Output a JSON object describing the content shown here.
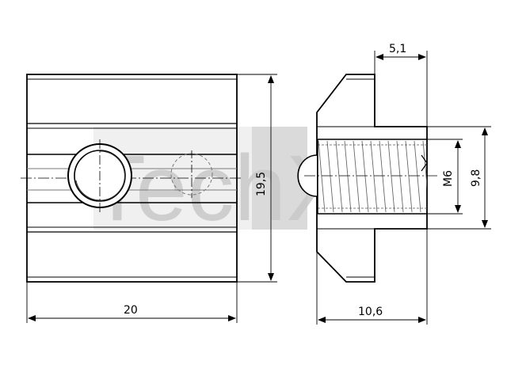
{
  "drawing": {
    "watermark": {
      "text": "TechX",
      "color": "#c9c9c9"
    },
    "dimensions": {
      "width_front": "20",
      "height_front": "19,5",
      "top_side": "5,1",
      "width_side": "10,6",
      "thread": "M6",
      "height_side": "9,8"
    },
    "line_color": "#000000",
    "hidden_line_color": "#7a7a7a"
  }
}
